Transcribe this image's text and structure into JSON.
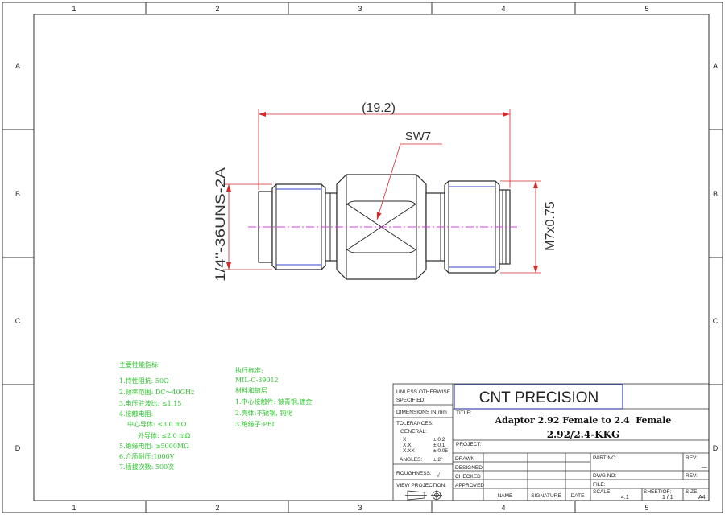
{
  "sheet": {
    "zone_columns": [
      "1",
      "2",
      "3",
      "4",
      "5"
    ],
    "zone_rows": [
      "A",
      "B",
      "C",
      "D"
    ]
  },
  "drawing": {
    "overall_length": "(19.2)",
    "hex_size": "SW7",
    "left_thread": "1/4\"-36UNS-2A",
    "right_thread": "M7x0.75"
  },
  "performance": {
    "heading": "主要性能指标:",
    "items": [
      "1.特性阻抗: 50Ω",
      "2.频率范围: DC～40GHz",
      "3.电压驻波比: ≤1.15",
      "4.接触电阻:",
      "中心导体: ≤3.0 mΩ",
      "外导体:  ≤2.0 mΩ",
      "5.绝缘电阻: ≥5000MΩ",
      "6.介质耐压:1000V",
      "7.插拔次数: 500次"
    ]
  },
  "standards": {
    "heading": "执行标准:",
    "standard": "MIL-C-39012",
    "materials_heading": "材料和镀层",
    "items": [
      "1.中心接触件: 铍青铜,镀金",
      "2.壳体:不锈钢, 钝化",
      "3.绝缘子:PEI"
    ]
  },
  "title_block": {
    "company": "CNT PRECISION",
    "unless_line1": "UNLESS OTHERWISE",
    "unless_line2": "SPECIFIED:",
    "dimensions_label": "DIMENSIONS IN",
    "dimensions_unit": "mm",
    "tolerances_label": "TOLERANCES:",
    "general_label": "GENERAL:",
    "tolerances": [
      {
        "format": "X",
        "value": "± 0.2"
      },
      {
        "format": "X.X",
        "value": "± 0.1"
      },
      {
        "format": "X.XX",
        "value": "± 0.05"
      }
    ],
    "angles_label": "ANGLES:",
    "angles_value": "± 2°",
    "roughness_label": "ROUGHNESS:",
    "roughness_symbol": "√",
    "view_projection_label": "VIEW PROJECTION:",
    "title_label": "TITLE:",
    "title_line1": "Adaptor 2.92 Female to 2.4  Female",
    "title_line2": "2.92/2.4-KKG",
    "project_label": "PROJECT:",
    "roles": [
      "DRAWN",
      "DESIGNED",
      "CHECKED",
      "APPROVED"
    ],
    "columns": [
      "NAME",
      "SIGNATURE",
      "DATE"
    ],
    "part_no_label": "PART NO:",
    "rev_label": "REV:",
    "rev_value": "—",
    "dwg_no_label": "DWG NO:",
    "file_label": "FILE:",
    "scale_label": "SCALE:",
    "scale_value": "4:1",
    "sheet_label": "SHEET/OF:",
    "sheet_value": "1 / 1",
    "size_label": "SIZE:",
    "size_value": "A4"
  },
  "colors": {
    "line": "#2a2a2a",
    "dim": "#d42a2a",
    "thread": "#3344cc",
    "center": "#cc44cc",
    "notes": "#2fc42f",
    "company_box": "#3b4aa8"
  }
}
